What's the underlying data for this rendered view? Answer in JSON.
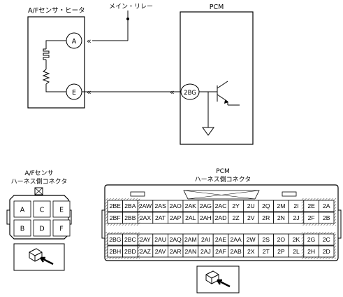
{
  "circuit": {
    "sensor_title": "A/Fセンサ・ヒータ",
    "relay_label": "メイン・リレー",
    "pcm_title": "PCM",
    "pin_a": "A",
    "pin_e": "E",
    "pcm_pin": "2BG"
  },
  "af_connector": {
    "title_line1": "A/Fセンサ",
    "title_line2": "ハーネス側コネクタ",
    "pins": [
      [
        "A",
        "C",
        "E"
      ],
      [
        "B",
        "D",
        "F"
      ]
    ]
  },
  "pcm_connector": {
    "title_line1": "PCM",
    "title_line2": "ハーネス側コネクタ",
    "rows": [
      [
        "2BE",
        "2BA",
        "2AW",
        "2AS",
        "2AO",
        "2AK",
        "2AG",
        "2AC",
        "2Y",
        "2U",
        "2Q",
        "2M",
        "2I",
        "2E",
        "2A"
      ],
      [
        "2BF",
        "2BB",
        "2AX",
        "2AT",
        "2AP",
        "2AL",
        "2AH",
        "2AD",
        "2Z",
        "2V",
        "2R",
        "2N",
        "2J",
        "2F",
        "2B"
      ],
      [
        "2BG",
        "2BC",
        "2AY",
        "2AU",
        "2AQ",
        "2AM",
        "2AI",
        "2AE",
        "2AA",
        "2W",
        "2S",
        "2O",
        "2K",
        "2G",
        "2C"
      ],
      [
        "2BH",
        "2BD",
        "2AZ",
        "2AV",
        "2AR",
        "2AN",
        "2AJ",
        "2AF",
        "2AB",
        "2X",
        "2T",
        "2P",
        "2L",
        "2H",
        "2D"
      ]
    ]
  }
}
